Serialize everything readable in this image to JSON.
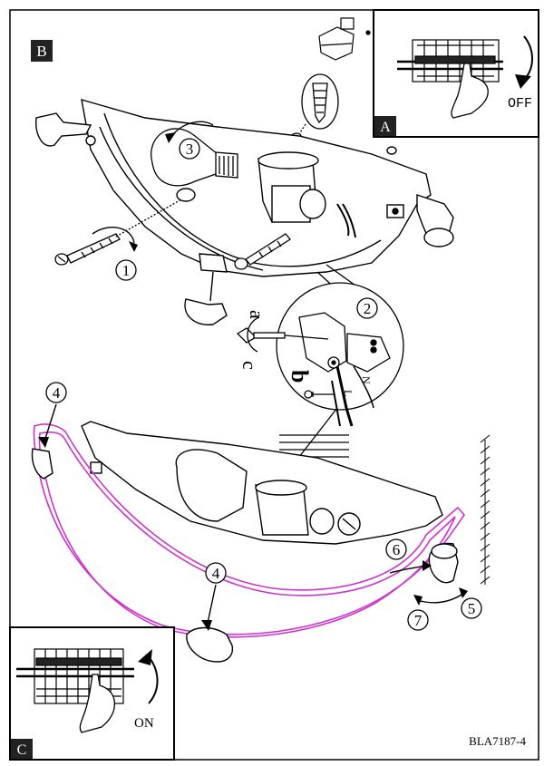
{
  "panels": {
    "a": {
      "badge": "A",
      "action": "OFF"
    },
    "b": {
      "badge": "B"
    },
    "c": {
      "badge": "C",
      "action": "ON"
    }
  },
  "steps": {
    "s1": "1",
    "s2": "2",
    "s3": "3",
    "s4": "4",
    "s5": "5",
    "s6": "6",
    "s7": "7"
  },
  "wire_letters": {
    "a": "a",
    "b": "b",
    "c": "c"
  },
  "terminal_labels": {
    "n": "N",
    "l": "L"
  },
  "document_code": "BLA7187-4",
  "colors": {
    "glass_outline": "#cc33cc",
    "ink": "#000000"
  }
}
